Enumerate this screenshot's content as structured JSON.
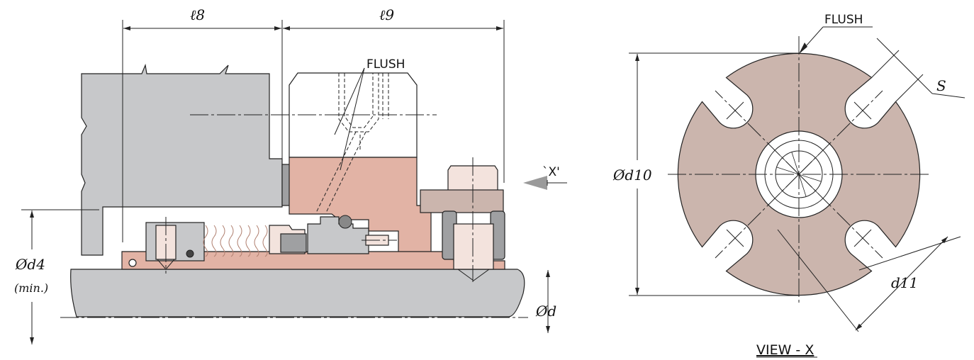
{
  "section_view": {
    "dimension_l8": "ℓ8",
    "dimension_l9": "ℓ9",
    "flush_label": "FLUSH",
    "view_arrow_label": "`X'",
    "dimension_d4": "Ød4",
    "dimension_d4_note": "(min.)",
    "dimension_d": "Ød"
  },
  "end_view": {
    "flush_label": "FLUSH",
    "dimension_s": "S",
    "dimension_d10": "Ød10",
    "dimension_d11": "d11",
    "view_title": "VIEW - X"
  },
  "colors": {
    "housing": "#c7c8ca",
    "shaft_sleeve": "#e2b3a5",
    "gland_plate": "#cbb5ad",
    "seal_face": "#f3e3dd"
  }
}
